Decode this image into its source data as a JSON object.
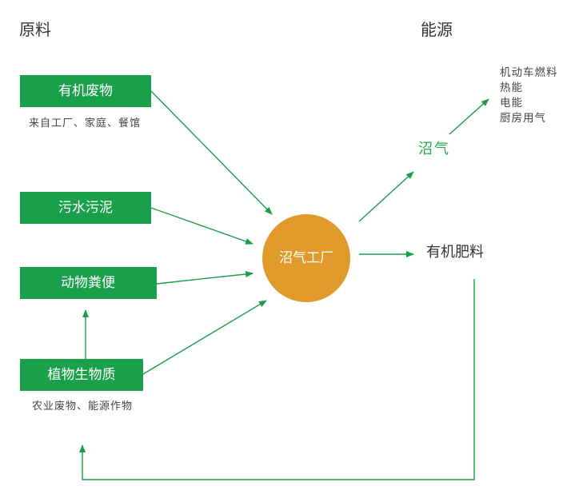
{
  "headers": {
    "inputs": "原料",
    "energy": "能源"
  },
  "inputs": [
    {
      "label": "有机废物",
      "note": "来自工厂、家庭、餐馆"
    },
    {
      "label": "污水污泥"
    },
    {
      "label": "动物粪便"
    },
    {
      "label": "植物生物质",
      "note": "农业废物、能源作物"
    }
  ],
  "plant": {
    "label": "沼气工厂"
  },
  "outputs": {
    "biogas": "沼气",
    "fertilizer": "有机肥料",
    "biogas_uses": [
      "机动车燃料",
      "热能",
      "电能",
      "厨房用气"
    ]
  },
  "colors": {
    "green": "#1aa04a",
    "orange": "#e09a2c",
    "biogas_text": "#2aa84f"
  }
}
